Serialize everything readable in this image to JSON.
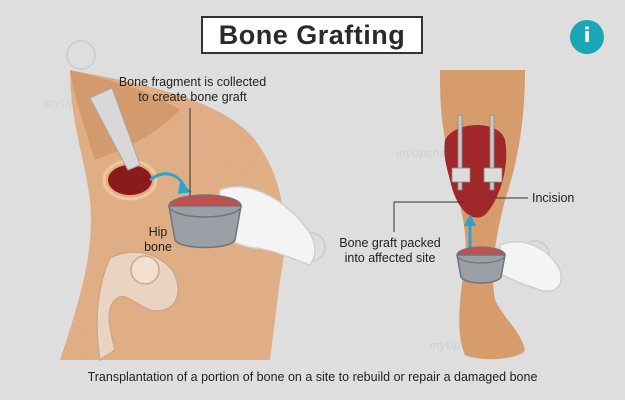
{
  "title": "Bone Grafting",
  "logo_text": "i",
  "watermark_text": "myUpchar",
  "labels": {
    "fragment": "Bone fragment is collected",
    "fragment_2": "to create bone graft",
    "hip": "Hip",
    "hip_2": "bone",
    "incision": "Incision",
    "graft": "Bone graft packed",
    "graft_2": "into affected site"
  },
  "caption": "Transplantation of a portion of bone on a site to rebuild or repair a damaged bone",
  "colors": {
    "accent": "#1aa6b7",
    "skin": "#e0a97a",
    "wound": "#8b1a1a",
    "background": "#dedede"
  }
}
